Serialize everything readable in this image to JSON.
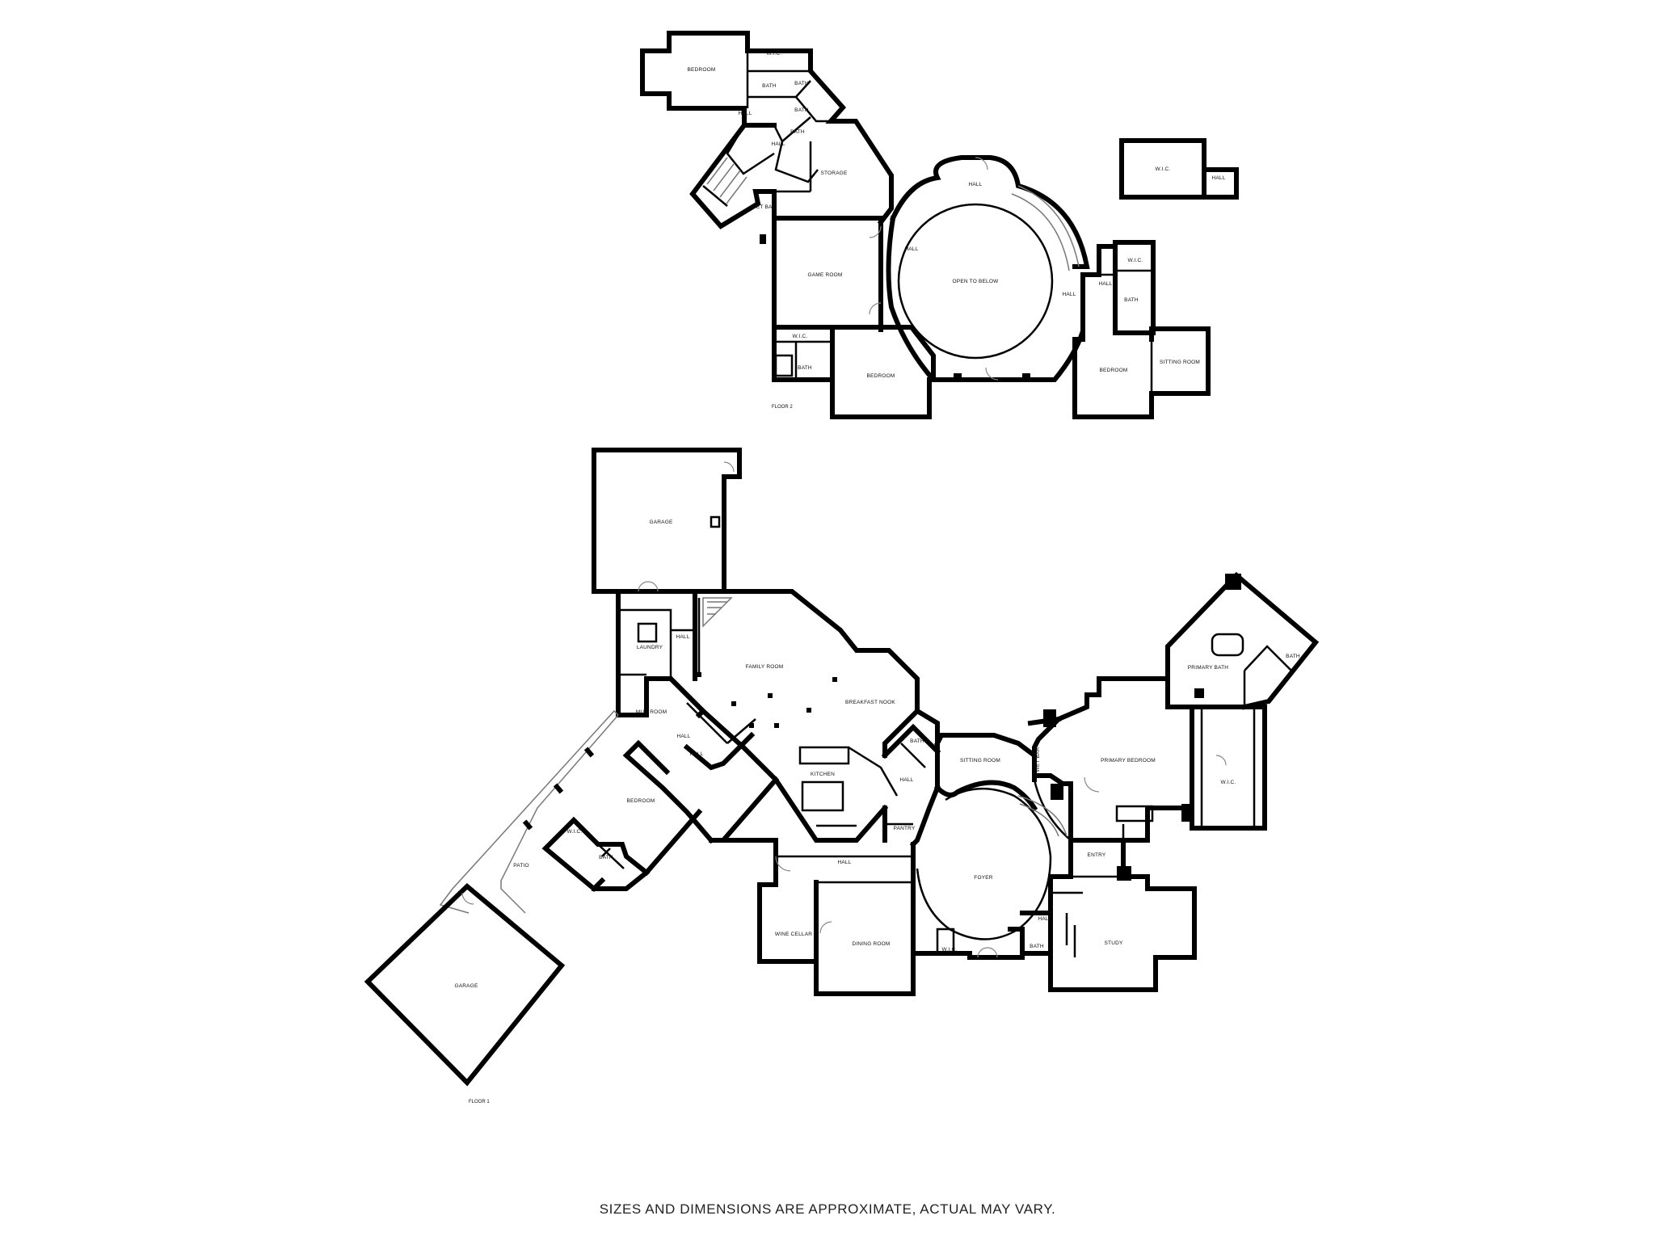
{
  "floor2": {
    "label": "FLOOR 2",
    "rooms": {
      "bedroom_nw": "BEDROOM",
      "wic_nw": "W.I.C.",
      "bath1": "BATH",
      "bath2": "BATH",
      "bath3": "BATH",
      "bath4": "BATH",
      "hall1": "HALL",
      "hall2": "HALL",
      "storage": "STORAGE",
      "wet_bar": "WET BAR",
      "game_room": "GAME ROOM",
      "hall_top": "HALL",
      "hall_left": "HALL",
      "hall_right": "HALL",
      "hall_small": "HALL",
      "open_to_below": "OPEN TO BELOW",
      "wic_game": "W.I.C.",
      "bath_game": "BATH",
      "bedroom_s": "BEDROOM",
      "wic_e": "W.I.C.",
      "bath_e": "BATH",
      "bedroom_e": "BEDROOM",
      "sitting_room": "SITTING ROOM",
      "wic_detached": "W.I.C.",
      "hall_detached": "HALL"
    }
  },
  "floor1": {
    "label": "FLOOR 1",
    "rooms": {
      "garage_top": "GARAGE",
      "laundry": "LAUNDRY",
      "hall_laundry": "HALL",
      "mud_room": "MUD ROOM",
      "hall_a": "HALL",
      "hall_b": "HALL",
      "family_room": "FAMILY ROOM",
      "breakfast_nook": "BREAKFAST NOOK",
      "kitchen": "KITCHEN",
      "pantry": "PANTRY",
      "bath_k": "BATH",
      "hall_k": "HALL",
      "sitting_room": "SITTING ROOM",
      "wet_bar": "WET BAR",
      "bedroom_w": "BEDROOM",
      "wic_w": "W.I.C.",
      "bath_w": "BATH",
      "patio": "PATIO",
      "garage_bottom": "GARAGE",
      "hall_dining": "HALL",
      "wine_cellar": "WINE CELLAR",
      "dining_room": "DINING ROOM",
      "foyer": "FOYER",
      "wic_foyer": "W.I.C.",
      "hall_foyer": "HALL",
      "bath_foyer": "BATH",
      "entry": "ENTRY",
      "study": "STUDY",
      "primary_bedroom": "PRIMARY BEDROOM",
      "primary_bath": "PRIMARY BATH",
      "bath_primary2": "BATH",
      "wic_primary": "W.I.C."
    }
  },
  "disclaimer": "SIZES AND DIMENSIONS ARE APPROXIMATE, ACTUAL MAY VARY."
}
